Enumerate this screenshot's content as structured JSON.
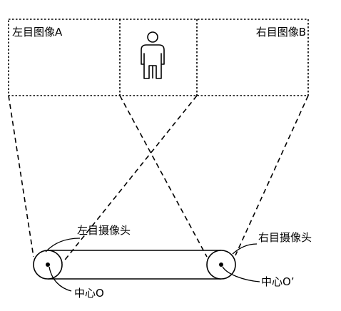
{
  "labels": {
    "left_image": "左目图像A",
    "right_image": "右目图像B",
    "left_camera": "左目摄像头",
    "right_camera": "右目摄像头",
    "center_left": "中心O",
    "center_right": "中心O’"
  },
  "icons": {
    "subject": "person-icon"
  },
  "colors": {
    "stroke": "#000000",
    "background": "#ffffff"
  }
}
